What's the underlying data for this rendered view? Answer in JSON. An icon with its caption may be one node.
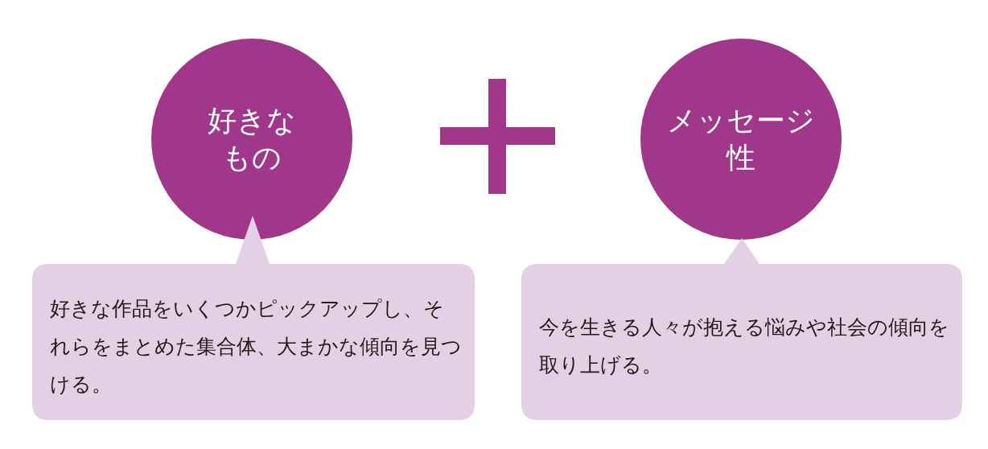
{
  "diagram": {
    "nodes": [
      {
        "text": [
          "好きなもの"
        ]
      },
      {
        "text": [
          "好きな作品をいくつかピックアップし、それらをまとめた集合体、大まかな傾向を見つける。"
        ]
      },
      {
        "text": [
          "メッセージ性"
        ]
      },
      {
        "text": [
          "今を生きる人々が抱える悩みや社会の傾向を取り上げる。"
        ]
      }
    ]
  }
}
